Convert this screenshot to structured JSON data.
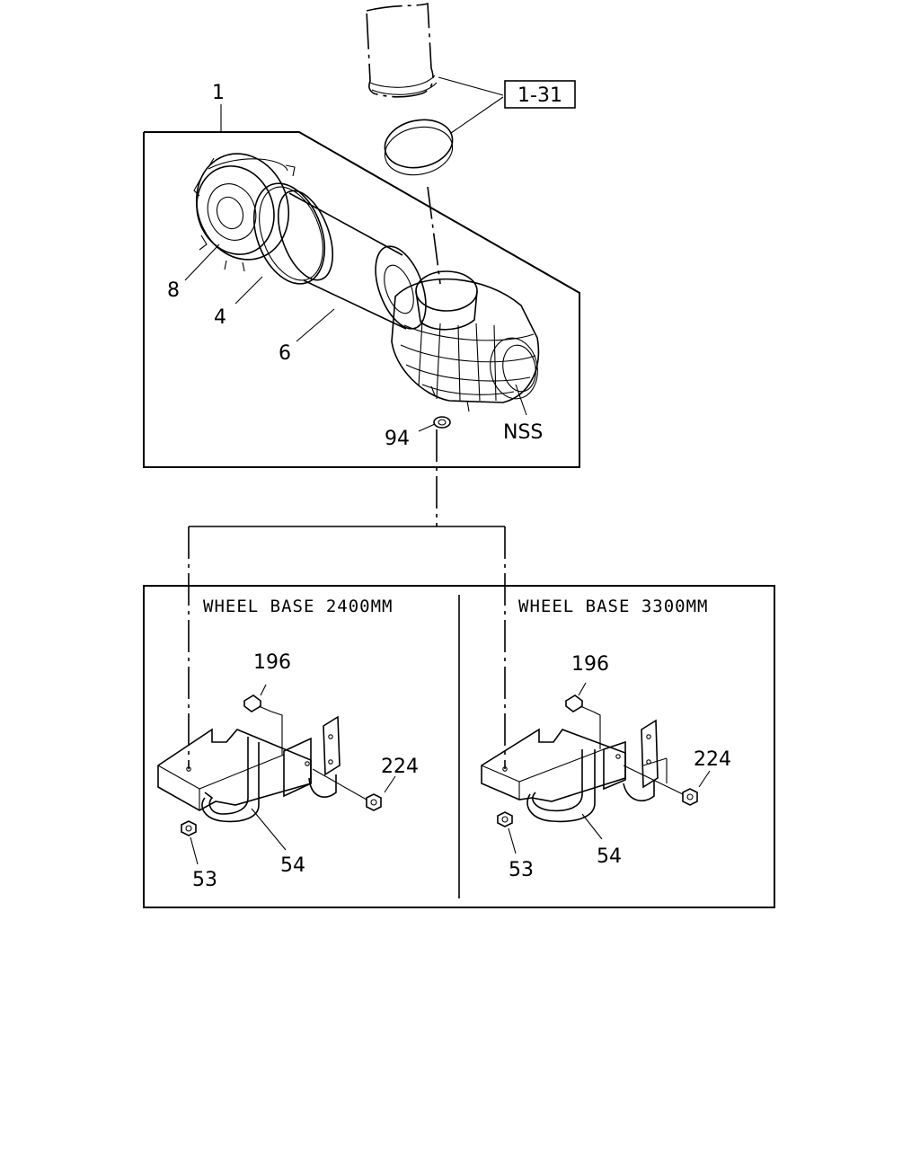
{
  "callouts": {
    "assembly": "1",
    "ref_box": "1-31",
    "cover": "8",
    "seal_ring": "4",
    "element": "6",
    "valve": "94",
    "housing": "NSS"
  },
  "left_panel": {
    "title": "WHEEL BASE 2400MM",
    "bolt": "196",
    "nut_right": "224",
    "nut_left": "53",
    "u_bolt": "54"
  },
  "right_panel": {
    "title": "WHEEL BASE 3300MM",
    "bolt": "196",
    "nut_right": "224",
    "nut_left": "53",
    "u_bolt": "54"
  }
}
